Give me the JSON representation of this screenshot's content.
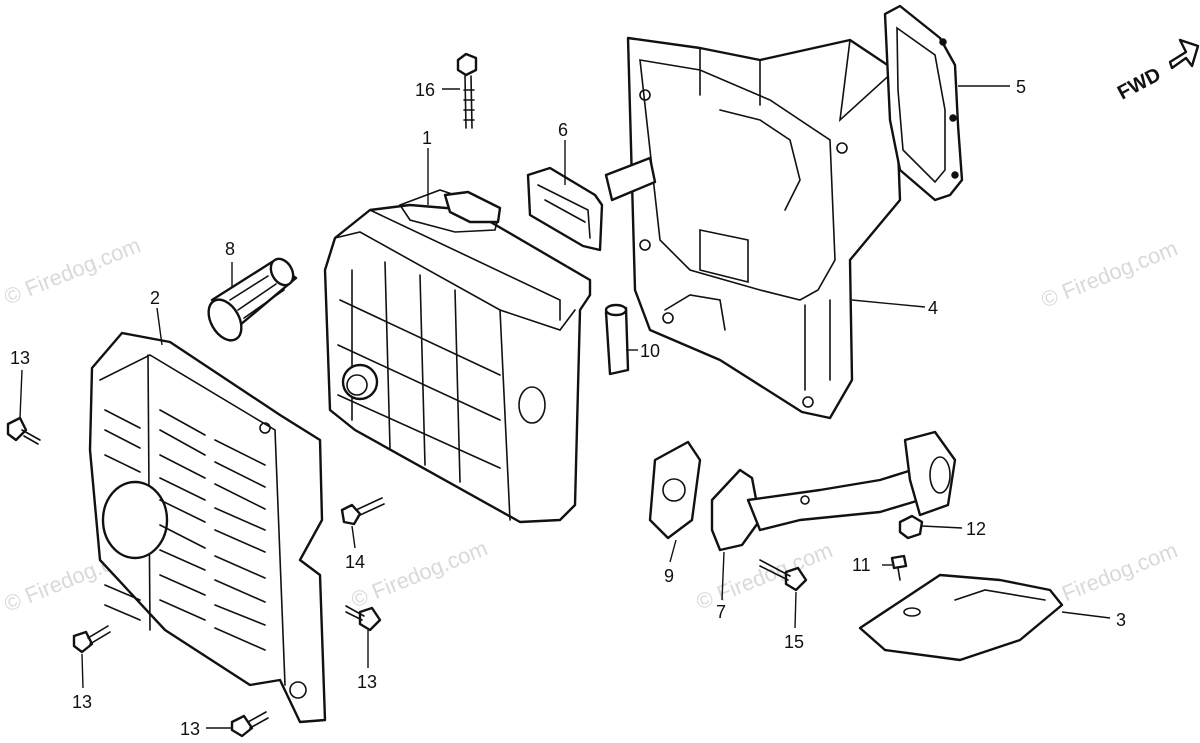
{
  "watermark": "© Firedog.com",
  "direction_label": "FWD",
  "callouts": {
    "c1": "1",
    "c2": "2",
    "c3": "3",
    "c4": "4",
    "c5": "5",
    "c6": "6",
    "c7": "7",
    "c8": "8",
    "c9": "9",
    "c10": "10",
    "c11": "11",
    "c12": "12",
    "c13a": "13",
    "c13b": "13",
    "c13c": "13",
    "c13d": "13",
    "c14": "14",
    "c15": "15",
    "c16": "16"
  }
}
